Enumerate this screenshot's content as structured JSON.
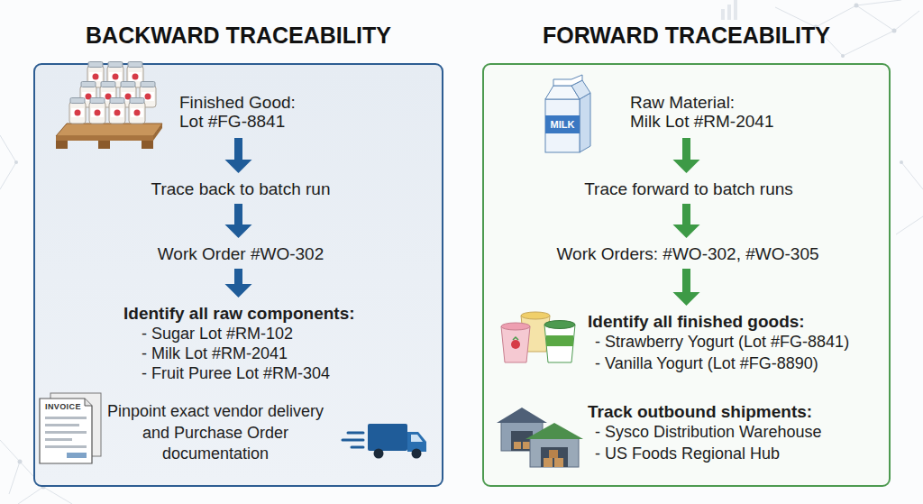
{
  "diagram": {
    "nodes": [
      {
        "text": [
          "BACKWARD TRACEABILITY"
        ]
      },
      {
        "text": [
          "Finished Good:",
          "Lot #FG-8841"
        ],
        "in": 0
      },
      {
        "text": [
          "Trace back to batch run"
        ],
        "in": 0
      },
      {
        "text": [
          "Work Order #WO-302"
        ],
        "in": 0
      },
      {
        "text": [
          "Identify all raw components:",
          "- Sugar Lot #RM-102",
          "- Milk Lot #RM-2041",
          "- Fruit Puree Lot #RM-304"
        ],
        "in": 0
      },
      {
        "text": [
          "Pinpoint exact vendor delivery and Purchase Order documentation"
        ],
        "in": 0
      },
      {
        "text": [
          "FORWARD TRACEABILITY"
        ]
      },
      {
        "text": [
          "Raw Material:",
          "Milk Lot #RM-2041"
        ],
        "in": 6
      },
      {
        "text": [
          "Trace forward to batch runs"
        ],
        "in": 6
      },
      {
        "text": [
          "Work Orders: #WO-302, #WO-305"
        ],
        "in": 6
      },
      {
        "text": [
          "Identify all finished goods:",
          "- Strawberry Yogurt (Lot #FG-8841)",
          "- Vanilla Yogurt (Lot #FG-8890)"
        ],
        "in": 6
      },
      {
        "text": [
          "Track outbound shipments:",
          "- Sysco Distribution Warehouse",
          "- US Foods Regional Hub"
        ],
        "in": 6
      }
    ],
    "edges": [
      {
        "from": 1,
        "to": 2,
        "arrow": "to"
      },
      {
        "from": 2,
        "to": 3,
        "arrow": "to"
      },
      {
        "from": 3,
        "to": 4,
        "arrow": "to"
      },
      {
        "from": 7,
        "to": 8,
        "arrow": "to"
      },
      {
        "from": 8,
        "to": 9,
        "arrow": "to"
      },
      {
        "from": 9,
        "to": 10,
        "arrow": "to"
      }
    ],
    "labels": [
      "INVOICE",
      "MILK"
    ]
  }
}
